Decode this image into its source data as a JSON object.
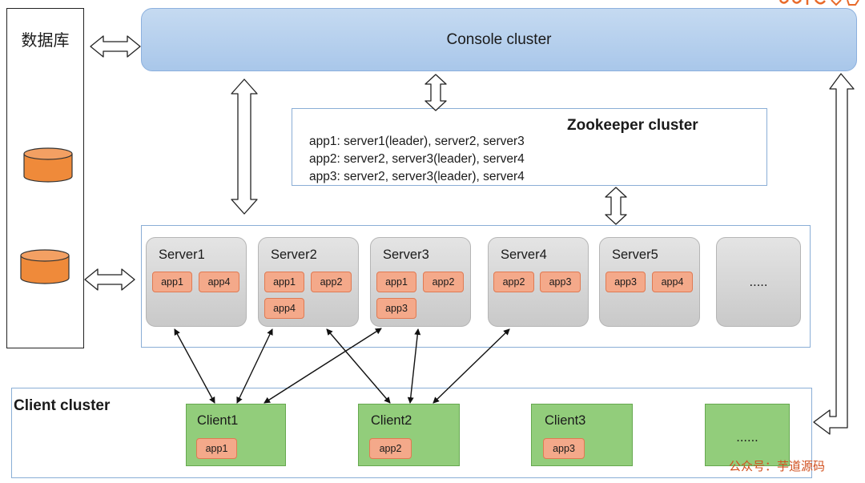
{
  "database": {
    "title": "数据库"
  },
  "console": {
    "label": "Console cluster"
  },
  "zookeeper": {
    "title": "Zookeeper cluster",
    "lines": [
      "app1: server1(leader), server2, server3",
      "app2: server2, server3(leader), server4",
      "app3: server2, server3(leader), server4"
    ]
  },
  "servers": [
    {
      "name": "Server1",
      "apps": [
        "app1",
        "app4"
      ]
    },
    {
      "name": "Server2",
      "apps": [
        "app1",
        "app2",
        "app4"
      ]
    },
    {
      "name": "Server3",
      "apps": [
        "app1",
        "app2",
        "app3"
      ]
    },
    {
      "name": "Server4",
      "apps": [
        "app2",
        "app3"
      ]
    },
    {
      "name": "Server5",
      "apps": [
        "app3",
        "app4"
      ]
    },
    {
      "name": ".....",
      "apps": []
    }
  ],
  "client_cluster": {
    "title": "Client cluster",
    "clients": [
      {
        "name": "Client1",
        "app": "app1"
      },
      {
        "name": "Client2",
        "app": "app2"
      },
      {
        "name": "Client3",
        "app": "app3"
      },
      {
        "name": "......",
        "app": ""
      }
    ]
  },
  "watermark": "公众号：芋道源码",
  "colors": {
    "console": "#b7d1ee",
    "server": "#d6d6d6",
    "app": "#f4a98a",
    "client": "#92cd7b",
    "database": "#ef8a3a",
    "frame": "#8aaed6"
  }
}
